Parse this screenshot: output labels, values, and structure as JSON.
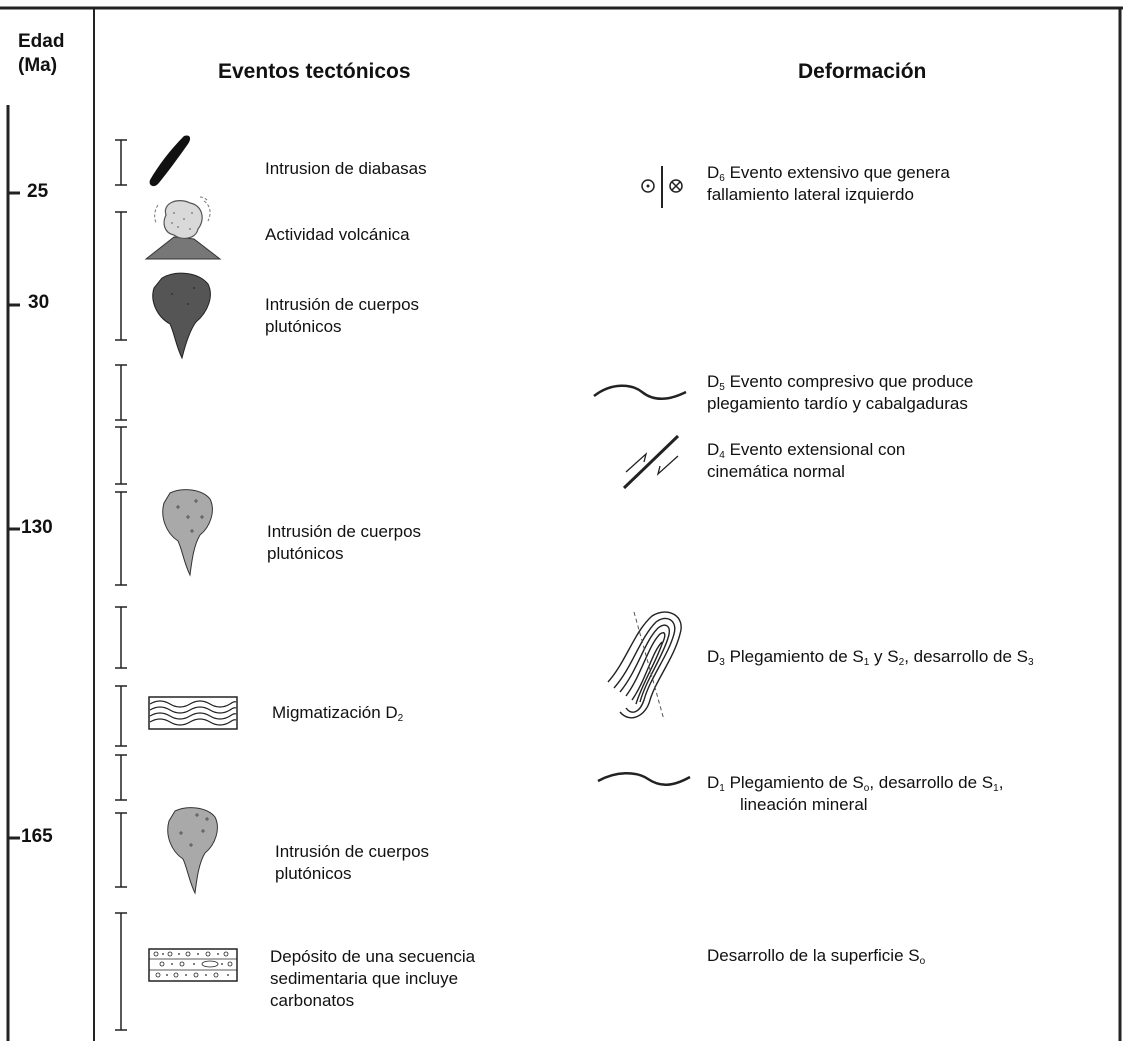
{
  "age_header": {
    "line1": "Edad",
    "line2": "(Ma)"
  },
  "headers": {
    "events": "Eventos tectónicos",
    "deformation": "Deformación"
  },
  "age_ticks": [
    "25",
    "30",
    "130",
    "165"
  ],
  "events": [
    {
      "text": "Intrusion de diabasas",
      "icon": "diabase-dike-icon"
    },
    {
      "text": "Actividad volcánica",
      "icon": "volcano-icon"
    },
    {
      "line1": "Intrusión de cuerpos",
      "line2": "plutónicos",
      "icon": "pluton-dark-icon"
    },
    {
      "line1": "Intrusión de cuerpos",
      "line2": "plutónicos",
      "icon": "pluton-light-icon"
    },
    {
      "text": "Migmatización D",
      "sub": "2",
      "icon": "migmatite-icon"
    },
    {
      "line1": "Intrusión de cuerpos",
      "line2": "plutónicos",
      "icon": "pluton-light-icon"
    },
    {
      "line1": "Depósito de una secuencia",
      "line2": "sedimentaria que incluye",
      "line3": "carbonatos",
      "icon": "sediment-icon"
    }
  ],
  "deformations": {
    "d6": {
      "label": "D",
      "sub": "6",
      "line1": " Evento extensivo que genera",
      "line2": "fallamiento lateral izquierdo",
      "icon": "strike-slip-fault-icon"
    },
    "d5": {
      "label": "D",
      "sub": "5",
      "line1": " Evento compresivo que produce",
      "line2": "plegamiento tardío y cabalgaduras",
      "icon": "wave-fold-icon"
    },
    "d4": {
      "label": "D",
      "sub": "4",
      "line1": " Evento extensional con",
      "line2": "cinemática normal",
      "icon": "normal-fault-icon"
    },
    "d3": {
      "label": "D",
      "sub": "3",
      "t1": " Plegamiento de S",
      "s1": "1",
      "t2": " y S",
      "s2": "2",
      "t3": ", desarrollo de S",
      "s3": "3",
      "icon": "s-fold-icon"
    },
    "d1": {
      "label": "D",
      "sub": "1",
      "t1": " Plegamiento de S",
      "s1": "o",
      "t2": ", desarrollo de S",
      "s2": "1",
      "t3": ",",
      "line2": "lineación mineral",
      "icon": "wave-fold-icon"
    },
    "d0": {
      "t1": "Desarrollo de la superficie S",
      "s1": "o"
    }
  }
}
